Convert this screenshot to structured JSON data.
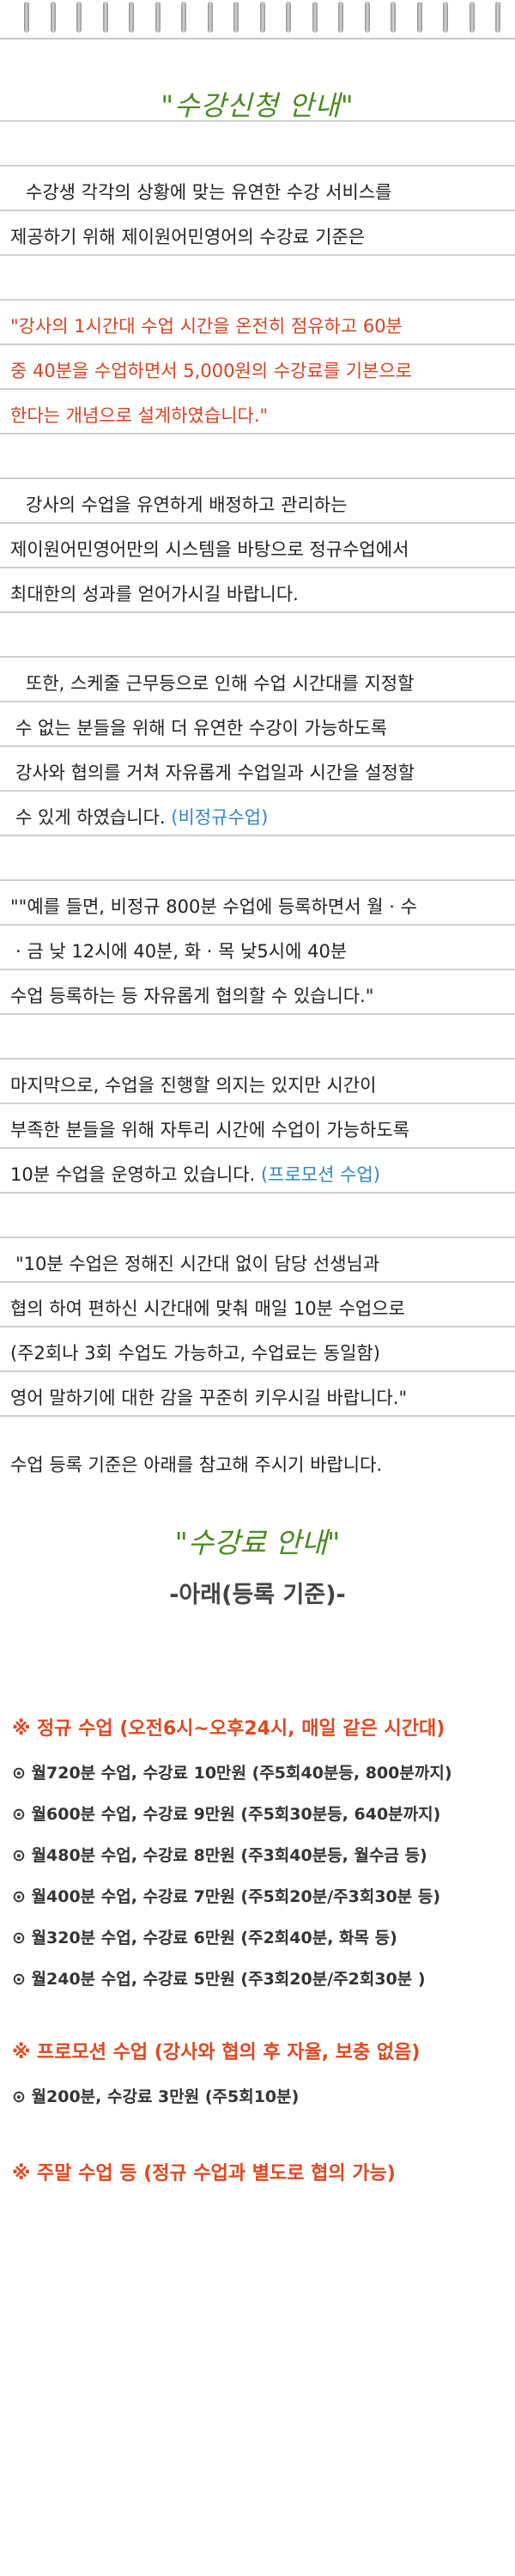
{
  "notice": {
    "title": "\"수강신청 안내\"",
    "para1": [
      "수강생 각각의 상황에 맞는 유연한 수강 서비스를",
      "제공하기 위해 제이원어민영어의 수강료 기준은"
    ],
    "quote1": [
      "\"강사의 1시간대 수업 시간을 온전히 점유하고 60분",
      "중 40분을 수업하면서 5,000원의 수강료를 기본으로",
      "한다는 개념으로 설계하였습니다.\""
    ],
    "para2": [
      "강사의 수업을 유연하게 배정하고 관리하는",
      "제이원어민영어만의 시스템을 바탕으로 정규수업에서",
      "최대한의 성과를 얻어가시길 바랍니다."
    ],
    "para3": [
      "또한, 스케줄 근무등으로 인해 수업 시간대를 지정할",
      "수 없는 분들을 위해 더 유연한 수강이 가능하도록",
      "강사와 협의를 거쳐 자유롭게 수업일과 시간을 설정할",
      "수 있게 하였습니다."
    ],
    "para3_tag": "(비정규수업)",
    "para4": [
      "\"\"예를 들면, 비정규 800분 수업에 등록하면서 월 · 수",
      "· 금 낮 12시에 40분, 화 · 목 낮5시에 40분",
      "수업 등록하는 등 자유롭게 협의할 수 있습니다.\""
    ],
    "para5": [
      "마지막으로, 수업을 진행할 의지는 있지만 시간이",
      "부족한 분들을 위해 자투리 시간에 수업이 가능하도록",
      "10분 수업을 운영하고 있습니다."
    ],
    "para5_tag": "(프로모션 수업)",
    "para6": [
      "\"10분 수업은 정해진 시간대 없이 담당 선생님과",
      "협의 하여 편하신 시간대에 맞춰 매일 10분 수업으로",
      "(주2회나 3회 수업도 가능하고, 수업료는 동일함)",
      "영어 말하기에 대한 감을 꾸준히 키우시길 바랍니다.\""
    ],
    "para7": "수업 등록 기준은 아래를 참고해 주시기 바랍니다."
  },
  "pricing": {
    "title": "\"수강료 안내\"",
    "subtitle": "-아래(등록 기준)-",
    "regular_header": "※ 정규 수업 (오전6시~오후24시, 매일 같은 시간대)",
    "regular_items": [
      "⊙ 월720분 수업, 수강료 10만원 (주5회40분등, 800분까지)",
      "⊙ 월600분 수업, 수강료 9만원 (주5회30분등, 640분까지)",
      "⊙ 월480분 수업, 수강료 8만원 (주3회40분등, 월수금 등)",
      "⊙ 월400분 수업, 수강료 7만원 (주5회20분/주3회30분 등)",
      "⊙ 월320분 수업, 수강료 6만원 (주2회40분, 화목 등)",
      "⊙ 월240분 수업, 수강료 5만원 (주3회20분/주2회30분 )"
    ],
    "promo_header": "※ 프로모션 수업 (강사와 협의 후 자율, 보충 없음)",
    "promo_items": [
      "⊙ 월200분, 수강료 3만원 (주5회10분)"
    ],
    "weekend_header": "※ 주말 수업 등 (정규 수업과 별도로 협의 가능)"
  },
  "colors": {
    "title_green": "#4a8a1e",
    "accent_red": "#d9421f",
    "tag_blue": "#2e86c9"
  }
}
